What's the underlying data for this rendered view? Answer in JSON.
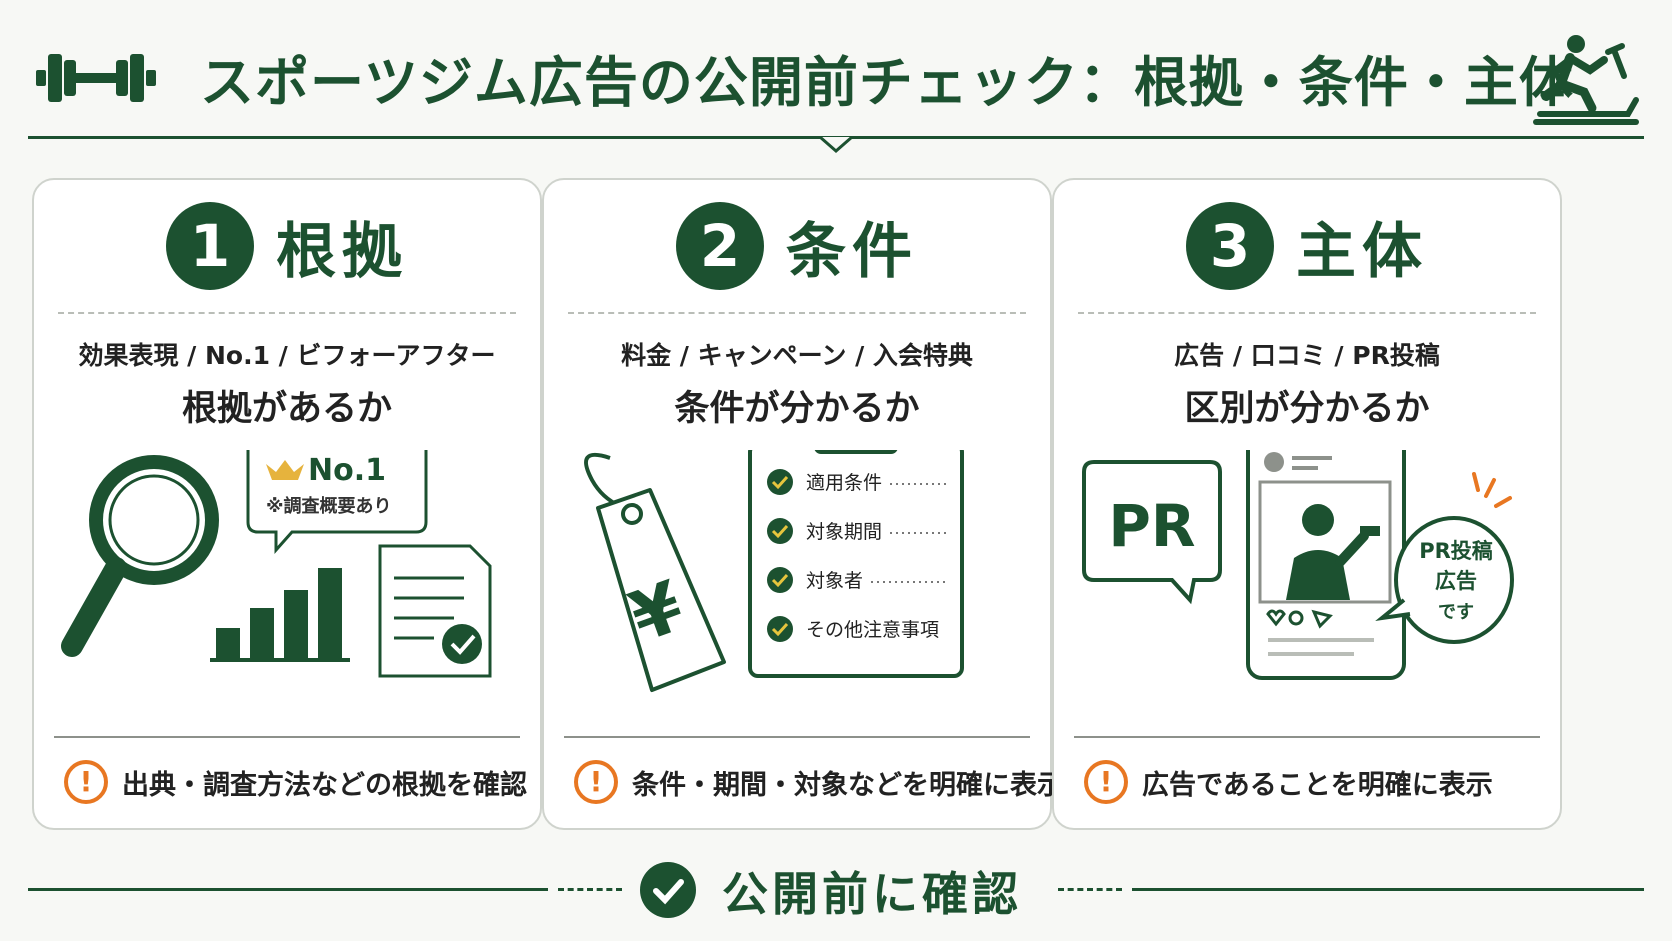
{
  "header": {
    "title": "スポーツジム広告の公開前チェック：根拠・条件・主体"
  },
  "cards": [
    {
      "number": "1",
      "title": "根拠",
      "subtitle": "効果表現 / No.1 / ビフォーアフター",
      "main": "根拠があるか",
      "note": "出典・調査方法などの根拠を確認",
      "bubble_title": "No.1",
      "bubble_sub": "※調査概要あり",
      "bar_values": [
        0.3,
        0.5,
        0.68,
        0.9
      ]
    },
    {
      "number": "2",
      "title": "条件",
      "subtitle": "料金 / キャンペーン / 入会特典",
      "main": "条件が分かるか",
      "note": "条件・期間・対象などを明確に表示",
      "tag_symbol": "¥",
      "checklist": [
        "適用条件",
        "対象期間",
        "対象者",
        "その他注意事項"
      ]
    },
    {
      "number": "3",
      "title": "主体",
      "subtitle": "広告 / 口コミ / PR投稿",
      "main": "区別が分かるか",
      "note": "広告であることを明確に表示",
      "pr_label": "PR",
      "bubble_lines": [
        "PR投稿",
        "広告",
        "です"
      ]
    }
  ],
  "footer": {
    "label": "公開前に確認"
  },
  "colors": {
    "primary": "#1c5130",
    "warning": "#e87722",
    "crown": "#e6b33d"
  }
}
